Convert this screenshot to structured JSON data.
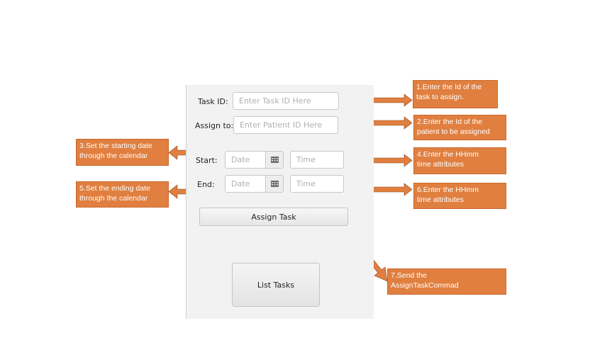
{
  "form": {
    "task_id_label": "Task ID:",
    "task_id_placeholder": "Enter Task ID Here",
    "assign_to_label": "Assign to:",
    "assign_to_placeholder": "Enter Patient ID Here",
    "start_label": "Start:",
    "end_label": "End:",
    "date_placeholder": "Date",
    "time_placeholder": "Time",
    "calendar_icon": "calendar-icon",
    "assign_button": "Assign Task",
    "list_button": "List Tasks"
  },
  "annotations": [
    {
      "lines": [
        "1.Enter the Id of the",
        "task to assign."
      ]
    },
    {
      "lines": [
        "2.Enter the Id of the",
        "patient to be assigned"
      ]
    },
    {
      "lines": [
        "3.Set the starting date",
        "through the calendar"
      ]
    },
    {
      "lines": [
        "4.Enter the HHmm",
        "time attributes"
      ]
    },
    {
      "lines": [
        "5.Set the ending date",
        "through the calendar"
      ]
    },
    {
      "lines": [
        "6.Enter the HHmm",
        "time attributes"
      ]
    },
    {
      "lines": [
        "7.Send the",
        "AssignTaskCommad"
      ]
    }
  ],
  "colors": {
    "annotation_fill": "#e07f3f",
    "annotation_border": "#c8692e",
    "panel_bg": "#f2f2f2"
  }
}
